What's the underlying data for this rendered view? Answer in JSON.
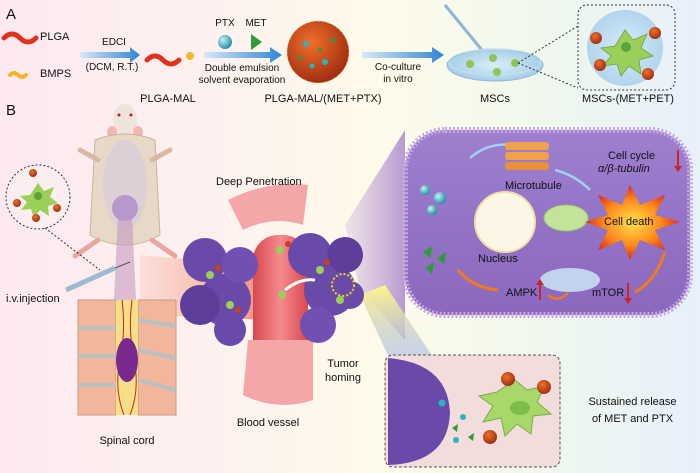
{
  "panels": {
    "a": {
      "label": "A",
      "legend": [
        {
          "name": "PLGA",
          "color": "#e0321c"
        },
        {
          "name": "BMPS",
          "color": "#f3b52a"
        }
      ],
      "step1": {
        "reagent": "EDCI",
        "conditions": "(DCM, R.T.)",
        "product": "PLGA-MAL"
      },
      "drugs": [
        {
          "name": "PTX",
          "color": "#2bb3c0",
          "shape": "sphere"
        },
        {
          "name": "MET",
          "color": "#2f9a3a",
          "shape": "pyramid"
        }
      ],
      "step2": {
        "method_line1": "Double emulsion",
        "method_line2": "solvent evaporation",
        "product": "PLGA-MAL/(MET+PTX)"
      },
      "step3": {
        "method_line1": "Co-culture",
        "method_line2": "in vitro",
        "product": "MSCs"
      },
      "final_product": "MSCs-(MET+PET)"
    },
    "b": {
      "label": "B",
      "injection": "i.v.injection",
      "spinal_cord": "Spinal cord",
      "deep_penetration": "Deep Penetration",
      "blood_vessel": "Blood vessel",
      "tumor_homing_line1": "Tumor",
      "tumor_homing_line2": "homing",
      "cell": {
        "microtubule": "Microtubule",
        "cell_cycle": "Cell cycle",
        "tubulin": "α/β-tubulin",
        "cell_death": "Cell death",
        "nucleus": "Nucleus",
        "ampk": "AMPK",
        "mtor": "mTOR"
      },
      "release_line1": "Sustained release",
      "release_line2": "of MET and PTX"
    }
  },
  "colors": {
    "arrow_blue": "#2f86d6",
    "tumor_purple": "#6a4aa8",
    "cell_purple": "#9a7ac8",
    "msc_green": "#9ccf5a",
    "nanoparticle": "#c8401c",
    "down_arrow": "#d0222a",
    "pathway_orange": "#f07a1e"
  }
}
